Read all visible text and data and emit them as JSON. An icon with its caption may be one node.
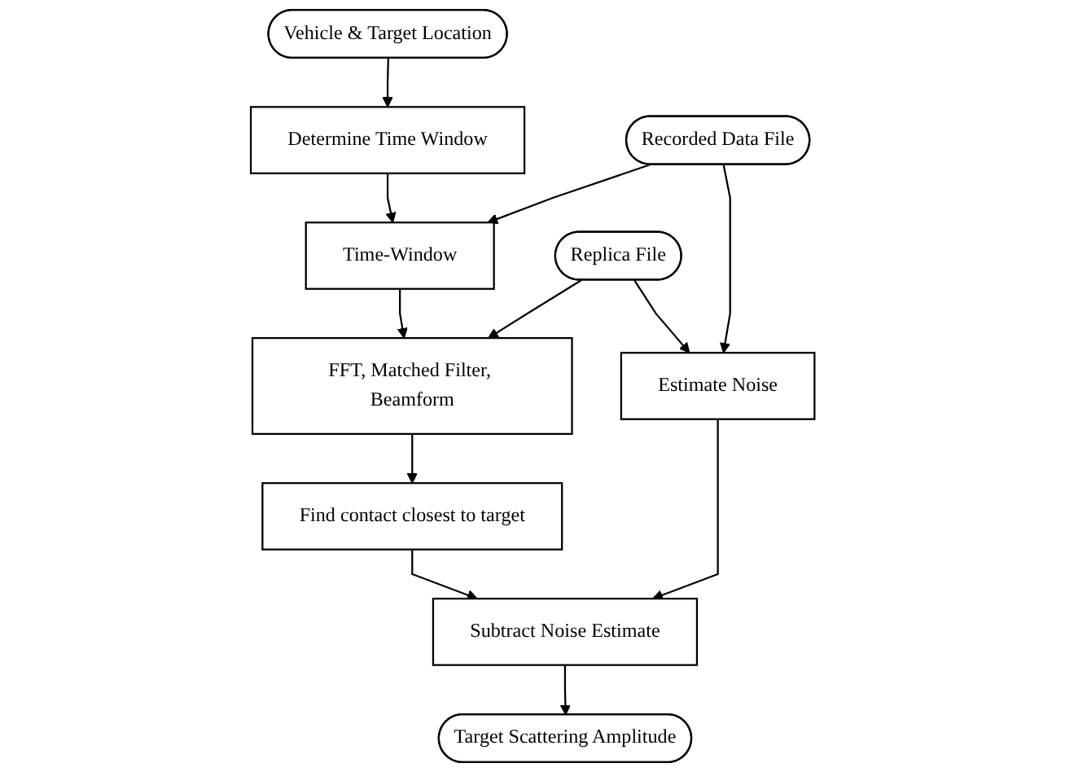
{
  "diagram": {
    "nodes": [
      {
        "text": [
          "Vehicle & Target Location"
        ]
      },
      {
        "text": [
          "Determine Time Window"
        ]
      },
      {
        "text": [
          "Recorded Data File"
        ]
      },
      {
        "text": [
          "Time-Window"
        ]
      },
      {
        "text": [
          "Replica File"
        ]
      },
      {
        "text": [
          "FFT, Matched Filter, Beamform"
        ]
      },
      {
        "text": [
          "Estimate Noise"
        ]
      },
      {
        "text": [
          "Find contact closest to target"
        ]
      },
      {
        "text": [
          "Subtract Noise Estimate"
        ]
      },
      {
        "text": [
          "Target Scattering Amplitude"
        ]
      }
    ],
    "edges": [
      {
        "from": 0,
        "to": 1,
        "arrow": "to"
      },
      {
        "from": 1,
        "to": 3,
        "arrow": "to"
      },
      {
        "from": 2,
        "to": 3,
        "arrow": "to"
      },
      {
        "from": 3,
        "to": 5,
        "arrow": "to"
      },
      {
        "from": 4,
        "to": 5,
        "arrow": "to"
      },
      {
        "from": 4,
        "to": 6,
        "arrow": "to"
      },
      {
        "from": 2,
        "to": 6,
        "arrow": "to"
      },
      {
        "from": 5,
        "to": 7,
        "arrow": "to"
      },
      {
        "from": 6,
        "to": 8,
        "arrow": "to"
      },
      {
        "from": 7,
        "to": 8,
        "arrow": "to"
      },
      {
        "from": 8,
        "to": 9,
        "arrow": "to"
      }
    ]
  }
}
